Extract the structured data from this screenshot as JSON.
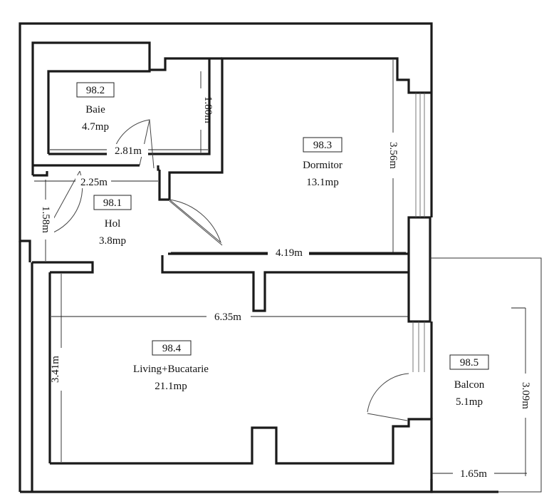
{
  "rooms": [
    {
      "code": "98.2",
      "name": "Baie",
      "area": "4.7mp"
    },
    {
      "code": "98.3",
      "name": "Dormitor",
      "area": "13.1mp"
    },
    {
      "code": "98.1",
      "name": "Hol",
      "area": "3.8mp"
    },
    {
      "code": "98.4",
      "name": "Living+Bucatarie",
      "area": "21.1mp"
    },
    {
      "code": "98.5",
      "name": "Balcon",
      "area": "5.1mp"
    }
  ],
  "dimensions": {
    "baie_width": "2.81m",
    "baie_height": "1.80m",
    "hol_width": "2.25m",
    "hol_height": "1.58m",
    "dormitor_height": "3.56m",
    "dormitor_width": "4.19m",
    "living_width": "6.35m",
    "living_height": "3.41m",
    "balcon_height": "3.09m",
    "balcon_width": "1.65m"
  }
}
